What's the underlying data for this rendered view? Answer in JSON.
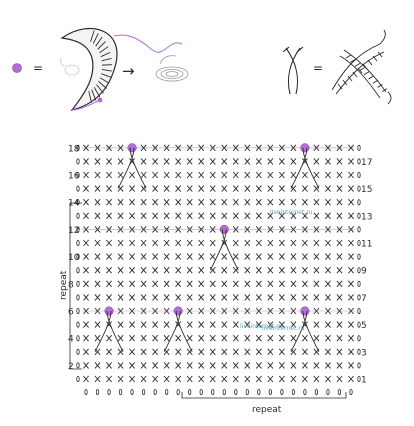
{
  "legend": {
    "equals_sign": "=",
    "arrow_glyph": "→",
    "purple_stitch_symbol": "purple-dot-icon",
    "stitch_drawing": "curled-stitch-icon",
    "ring_drawing": "ring-icon",
    "crossed_stitch_symbol": "crossed-long-stitch-icon",
    "crossed_stitch_drawing": "crossed-stitch-drawing-icon"
  },
  "chart": {
    "row_labels_left": [
      "2",
      "4",
      "6",
      "8",
      "10",
      "12",
      "14",
      "16",
      "18"
    ],
    "row_labels_right": [
      "1",
      "3",
      "5",
      "7",
      "9",
      "11",
      "13",
      "15",
      "17"
    ],
    "repeat_vertical": "repeat",
    "repeat_horizontal": "repeat",
    "watermark_1": "liveinternet.ru",
    "watermark_2": "liveinternet.ru",
    "watermark_3": "liveinternet.ru"
  },
  "colors": {
    "ink": "#2b2b2b",
    "accent_purple": "#b46cd6",
    "purple_line": "#a040c0",
    "watermark": "#5aa8b8"
  }
}
